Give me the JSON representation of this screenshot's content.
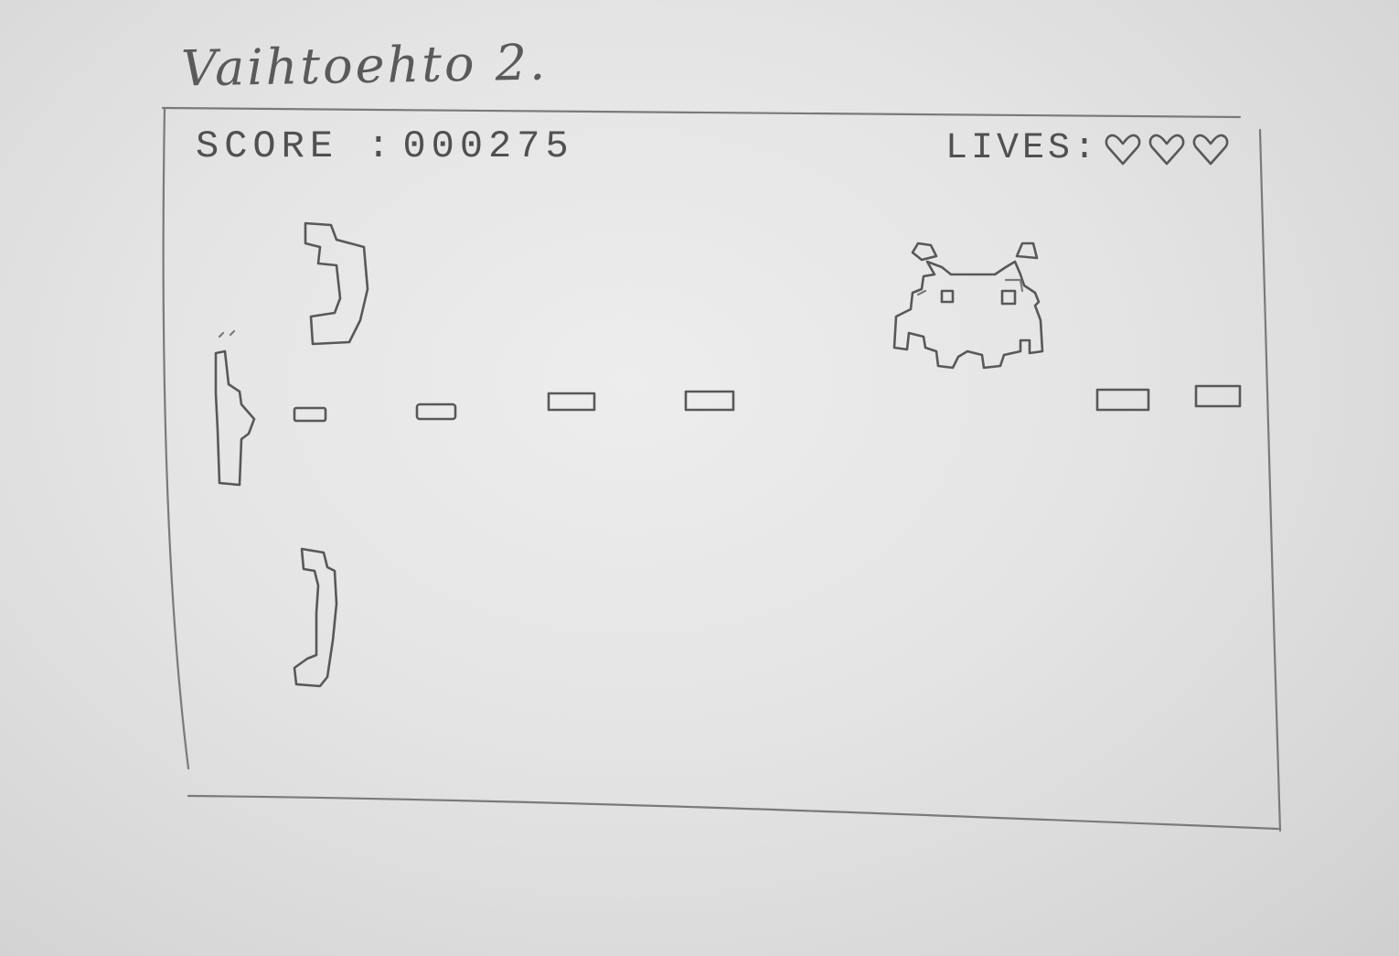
{
  "sheet": {
    "title": "Vaihtoehto 2."
  },
  "hud": {
    "score_label": "SCORE :",
    "score_value": "000275",
    "lives_label": "LIVES:",
    "lives_count": 3
  },
  "sprites": {
    "player": "player-ship-icon",
    "shields": [
      "shield-barrier-icon",
      "shield-barrier-icon"
    ],
    "enemy": "space-invader-icon",
    "projectiles": [
      "bullet-icon",
      "bullet-icon",
      "bullet-icon",
      "bullet-icon",
      "bullet-icon",
      "bullet-icon"
    ],
    "life": "heart-icon"
  },
  "colors": {
    "paper": "#e6e6e6",
    "pencil": "#585858"
  }
}
